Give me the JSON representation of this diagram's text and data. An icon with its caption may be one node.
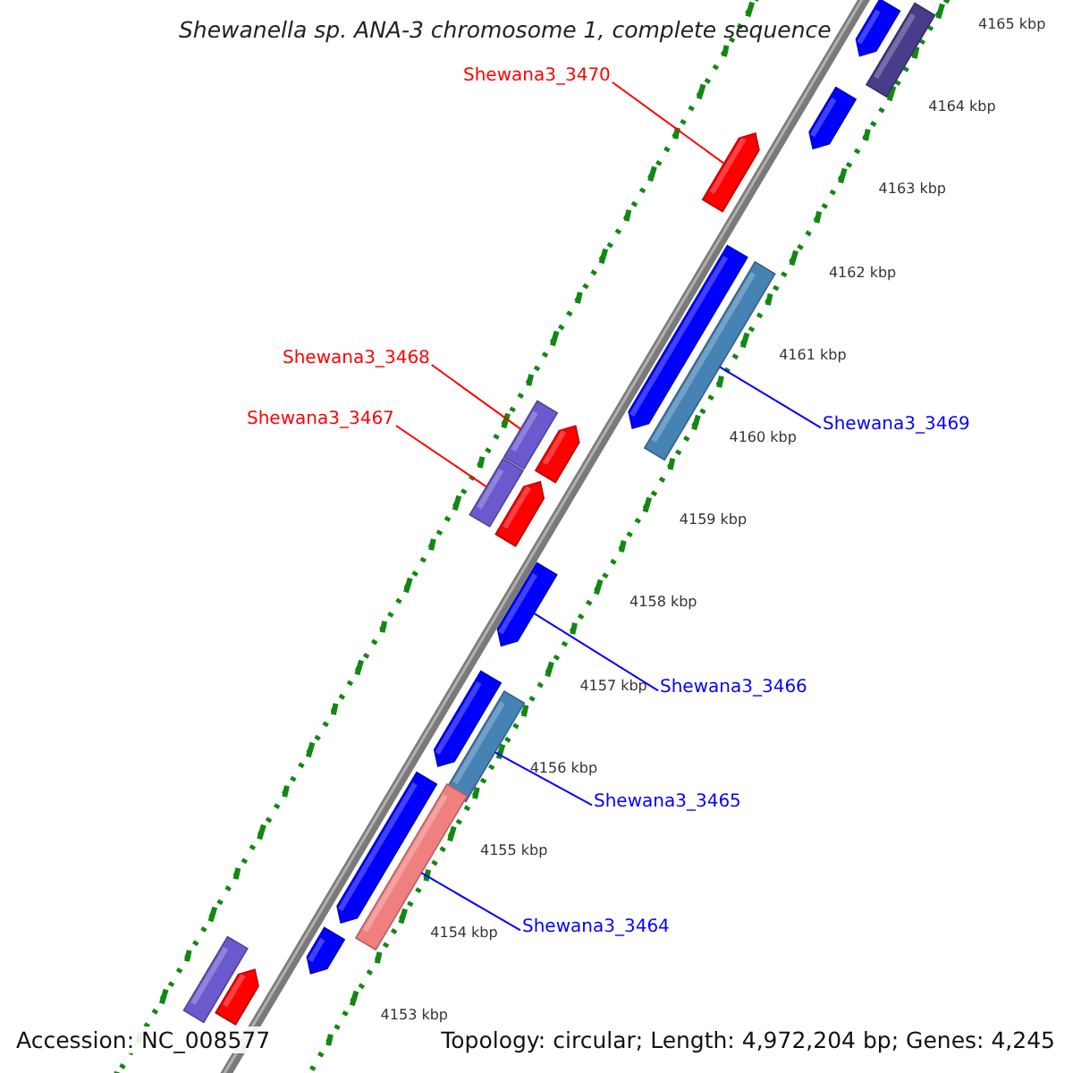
{
  "diagram": {
    "title": "Shewanella sp. ANA-3 chromosome 1, complete sequence",
    "nodes": [
      {
        "text": [],
        "shape": "pentagon"
      },
      {
        "text": [],
        "shape": "bar"
      },
      {
        "text": [
          "Shewana3_3470"
        ]
      },
      {
        "text": [],
        "shape": "pentagon"
      },
      {
        "text": [],
        "shape": "pentagon"
      },
      {
        "text": [],
        "shape": "pentagon"
      },
      {
        "text": [],
        "shape": "bar"
      },
      {
        "text": [
          "Shewana3_3468"
        ]
      },
      {
        "text": [
          "Shewana3_3467"
        ]
      },
      {
        "text": [
          "Shewana3_3469"
        ]
      },
      {
        "text": [],
        "shape": "bar"
      },
      {
        "text": [],
        "shape": "pentagon"
      },
      {
        "text": [],
        "shape": "bar"
      },
      {
        "text": [],
        "shape": "pentagon"
      },
      {
        "text": [],
        "shape": "pentagon"
      },
      {
        "text": [
          "Shewana3_3466"
        ]
      },
      {
        "text": [],
        "shape": "pentagon"
      },
      {
        "text": [],
        "shape": "bar"
      },
      {
        "text": [
          "Shewana3_3465"
        ]
      },
      {
        "text": [],
        "shape": "pentagon"
      },
      {
        "text": [],
        "shape": "bar"
      },
      {
        "text": [
          "Shewana3_3464"
        ]
      },
      {
        "text": [],
        "shape": "pentagon"
      },
      {
        "text": [],
        "shape": "bar"
      },
      {
        "text": [],
        "shape": "pentagon"
      }
    ],
    "edges": [
      {
        "from": 2,
        "to": 4,
        "arrow": "none",
        "color": "#ff0000"
      },
      {
        "from": 7,
        "to": 10,
        "arrow": "none",
        "color": "#ff0000"
      },
      {
        "from": 8,
        "to": 12,
        "arrow": "none",
        "color": "#ff0000"
      },
      {
        "from": 9,
        "to": 6,
        "arrow": "none"
      },
      {
        "from": 15,
        "to": 14,
        "arrow": "none"
      },
      {
        "from": 18,
        "to": 17,
        "arrow": "none"
      },
      {
        "from": 21,
        "to": 20,
        "arrow": "none"
      }
    ],
    "labels": [
      "4165 kbp",
      "4164 kbp",
      "4163 kbp",
      "4162 kbp",
      "4161 kbp",
      "4160 kbp",
      "4159 kbp",
      "4158 kbp",
      "4157 kbp",
      "4156 kbp",
      "4155 kbp",
      "4154 kbp",
      "4153 kbp",
      "Accession: NC_008577",
      "Topology: circular; Length: 4,972,204 bp; Genes: 4,245"
    ]
  }
}
